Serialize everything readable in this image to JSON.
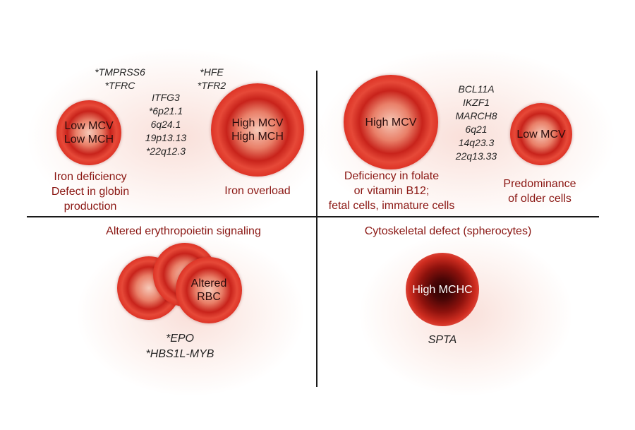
{
  "quadrant_tl": {
    "low_cell": {
      "label": "Low MCV\nLow MCH"
    },
    "high_cell": {
      "label": "High MCV\nHigh MCH"
    },
    "genes_left": "*TMPRSS6\n*TFRC",
    "genes_mid": "ITFG3\n*6p21.1\n6q24.1\n19p13.13\n*22q12.3",
    "genes_right": "*HFE\n*TFR2",
    "caption_left": "Iron deficiency\nDefect in globin\nproduction",
    "caption_right": "Iron overload"
  },
  "quadrant_tr": {
    "high_cell": {
      "label": "High MCV"
    },
    "low_cell": {
      "label": "Low MCV"
    },
    "genes": "BCL11A\nIKZF1\nMARCH8\n6q21\n14q23.3\n22q13.33",
    "caption_left": "Deficiency in folate\nor vitamin B12;\nfetal cells, immature cells",
    "caption_right": "Predominance\nof older cells"
  },
  "quadrant_bl": {
    "header": "Altered erythropoietin signaling",
    "cell": {
      "label": "Altered\nRBC"
    },
    "genes": "*EPO\n*HBS1L-MYB"
  },
  "quadrant_br": {
    "header": "Cytoskeletal defect (spherocytes)",
    "cell": {
      "label": "High MCHC"
    },
    "genes": "SPTA"
  }
}
